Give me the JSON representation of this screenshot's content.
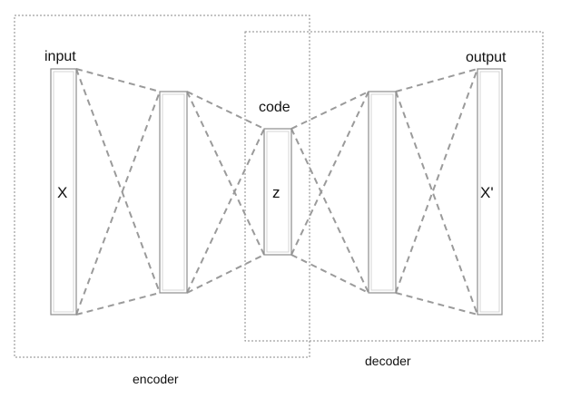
{
  "labels": {
    "input": "input",
    "output": "output",
    "code": "code",
    "x": "X",
    "z": "z",
    "x_prime": "X'",
    "encoder": "encoder",
    "decoder": "decoder"
  },
  "colors": {
    "layer_stroke": "#8c8c8c",
    "connection": "#9a9a9a",
    "region_box": "#8a8a8a",
    "text": "#111111"
  }
}
